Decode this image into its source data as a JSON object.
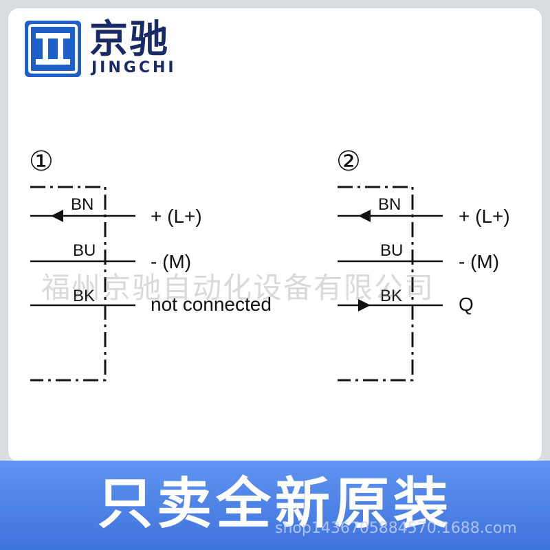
{
  "brand": {
    "name_cn": "京驰",
    "name_en": "JINGCHI",
    "logo_icon": "jc-logo-icon",
    "color": "#1a2a66",
    "logo_color": "#1e5fc8"
  },
  "diagrams": [
    {
      "number": "①",
      "wires": [
        {
          "code": "BN",
          "label": "+ (L+)",
          "arrow": "left"
        },
        {
          "code": "BU",
          "label": "- (M)",
          "arrow": "none"
        },
        {
          "code": "BK",
          "label": "not connected",
          "arrow": "none"
        }
      ]
    },
    {
      "number": "②",
      "wires": [
        {
          "code": "BN",
          "label": "+ (L+)",
          "arrow": "left"
        },
        {
          "code": "BU",
          "label": "- (M)",
          "arrow": "none"
        },
        {
          "code": "BK",
          "label": "Q",
          "arrow": "right"
        }
      ]
    }
  ],
  "watermark": "福州京驰自动化设备有限公司",
  "banner": {
    "text": "只卖全新原装",
    "color": "#4a7fe6",
    "footer_id": "shop1436705884570.1688.com"
  }
}
